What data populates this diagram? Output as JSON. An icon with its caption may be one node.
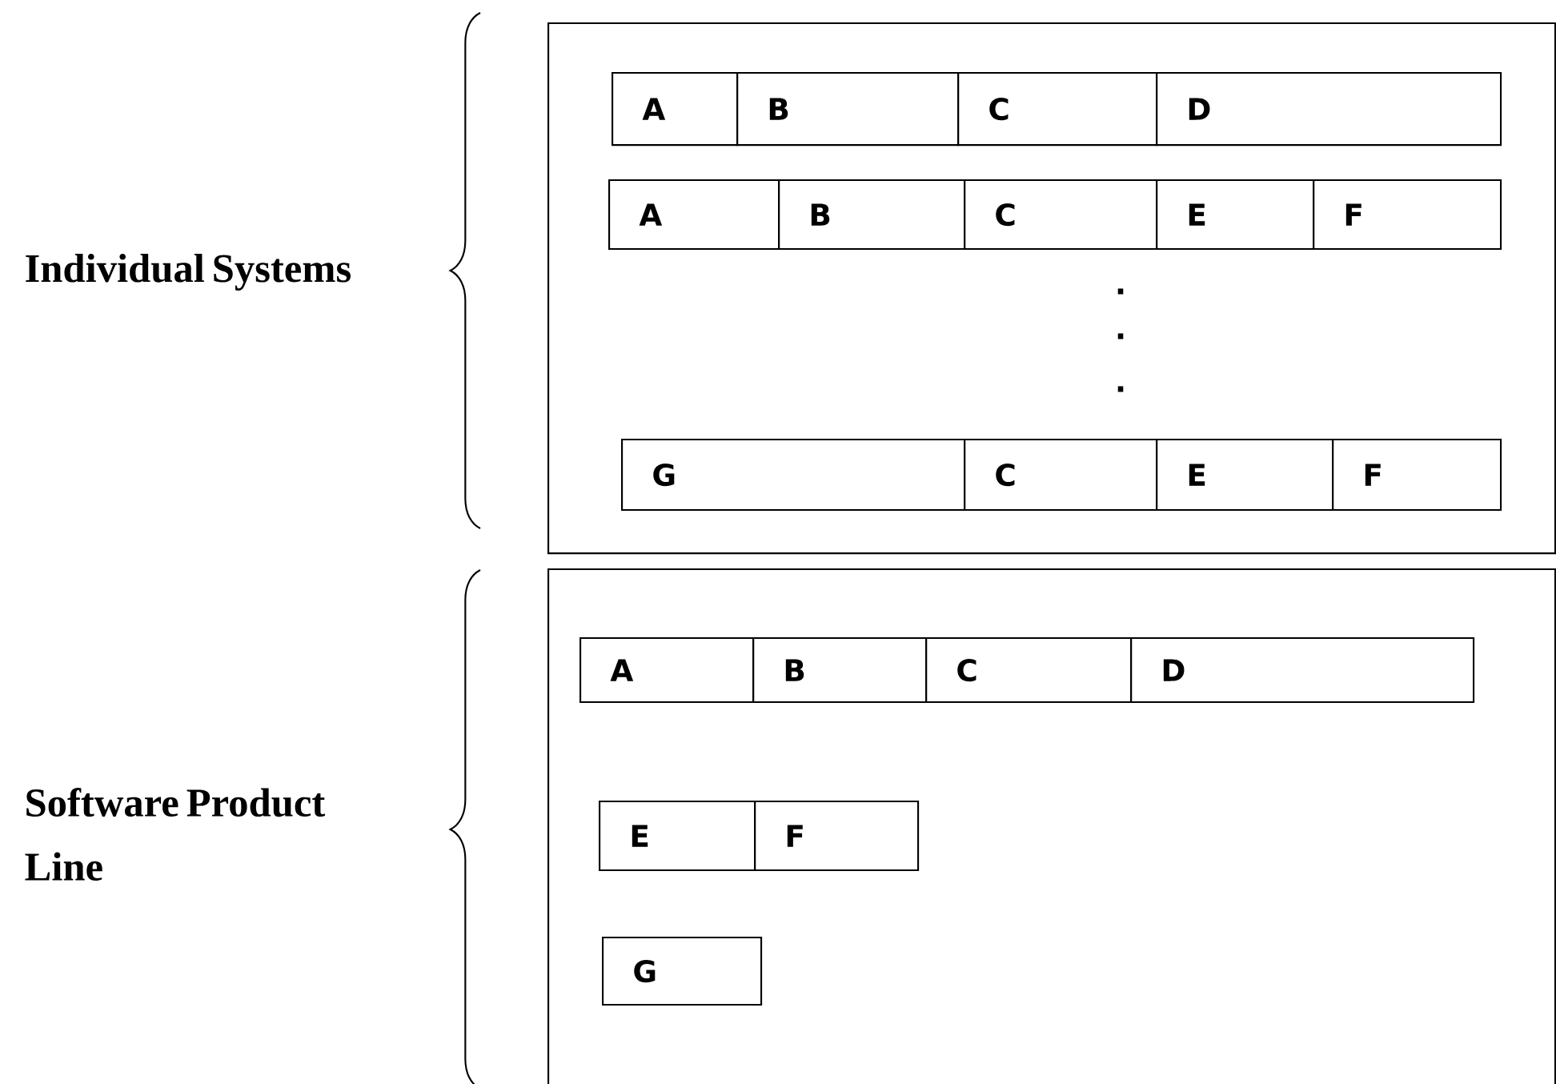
{
  "diagram": {
    "nodes": [
      {
        "text": [],
        "shape": "box"
      },
      {
        "text": [
          "A"
        ],
        "in": 0
      },
      {
        "text": [
          "B"
        ],
        "in": 0
      },
      {
        "text": [
          "C"
        ],
        "in": 0
      },
      {
        "text": [
          "D"
        ],
        "in": 0
      },
      {
        "text": [
          "A"
        ],
        "in": 0
      },
      {
        "text": [
          "B"
        ],
        "in": 0
      },
      {
        "text": [
          "C"
        ],
        "in": 0
      },
      {
        "text": [
          "E"
        ],
        "in": 0
      },
      {
        "text": [
          "F"
        ],
        "in": 0
      },
      {
        "text": [
          "G"
        ],
        "in": 0
      },
      {
        "text": [
          "C"
        ],
        "in": 0
      },
      {
        "text": [
          "E"
        ],
        "in": 0
      },
      {
        "text": [
          "F"
        ],
        "in": 0
      },
      {
        "text": [],
        "shape": "box"
      },
      {
        "text": [
          "A"
        ],
        "in": 14
      },
      {
        "text": [
          "B"
        ],
        "in": 14
      },
      {
        "text": [
          "C"
        ],
        "in": 14
      },
      {
        "text": [
          "D"
        ],
        "in": 14
      },
      {
        "text": [
          "E"
        ],
        "in": 14
      },
      {
        "text": [
          "F"
        ],
        "in": 14
      },
      {
        "text": [
          "G"
        ],
        "in": 14
      }
    ],
    "labels": [
      "Individual Systems",
      ".",
      ".",
      ".",
      "Software Product Line"
    ]
  }
}
